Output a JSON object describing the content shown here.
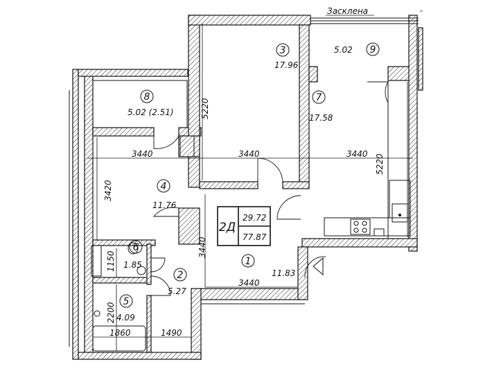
{
  "glazing_note": "Засклена",
  "apartment": {
    "type": "2Д",
    "living_area": "29.72",
    "total_area": "77.87"
  },
  "rooms": [
    {
      "number": "1",
      "area": "11.83"
    },
    {
      "number": "2",
      "area": "5.27"
    },
    {
      "number": "3",
      "area": "17.96"
    },
    {
      "number": "4",
      "area": "11.76"
    },
    {
      "number": "5",
      "area": "4.09"
    },
    {
      "number": "6",
      "area": "1.85"
    },
    {
      "number": "7",
      "area": "17.58"
    },
    {
      "number": "8",
      "area": "5.02 (2.51)"
    },
    {
      "number": "9",
      "area": "5.02"
    }
  ],
  "dimensions": {
    "d_3440_a": "3440",
    "d_3440_b": "3440",
    "d_3440_c": "3440",
    "d_3440_bottom": "3440",
    "d_3440_vert": "3440",
    "d_5220_left": "5220",
    "d_5220_right": "5220",
    "d_3420": "3420",
    "d_1150": "1150",
    "d_2200": "2200",
    "d_1860": "1860",
    "d_1490": "1490"
  }
}
